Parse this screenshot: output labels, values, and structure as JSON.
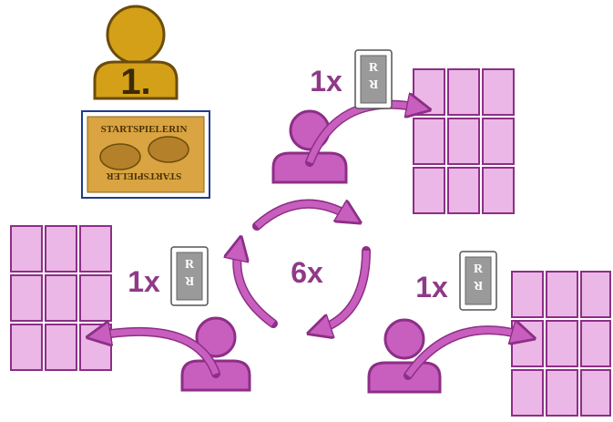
{
  "start_player": {
    "badge_number": "1.",
    "card_text_top": "STARTSPIELERIN",
    "card_text_bottom": "STARTSPIELER"
  },
  "round_count": "6x",
  "players": [
    {
      "draw_count": "1x",
      "card_letter": "R"
    },
    {
      "draw_count": "1x",
      "card_letter": "R"
    },
    {
      "draw_count": "1x",
      "card_letter": "R"
    }
  ],
  "colors": {
    "player": "#c85fbf",
    "player_stroke": "#8d2f86",
    "grid_fill": "#eab7e6",
    "grid_stroke": "#8d2f86",
    "start_gold": "#d4a017",
    "start_stroke": "#6b4c0a",
    "card_gray": "#9a9a9a",
    "text_purple": "#8e3a87"
  }
}
